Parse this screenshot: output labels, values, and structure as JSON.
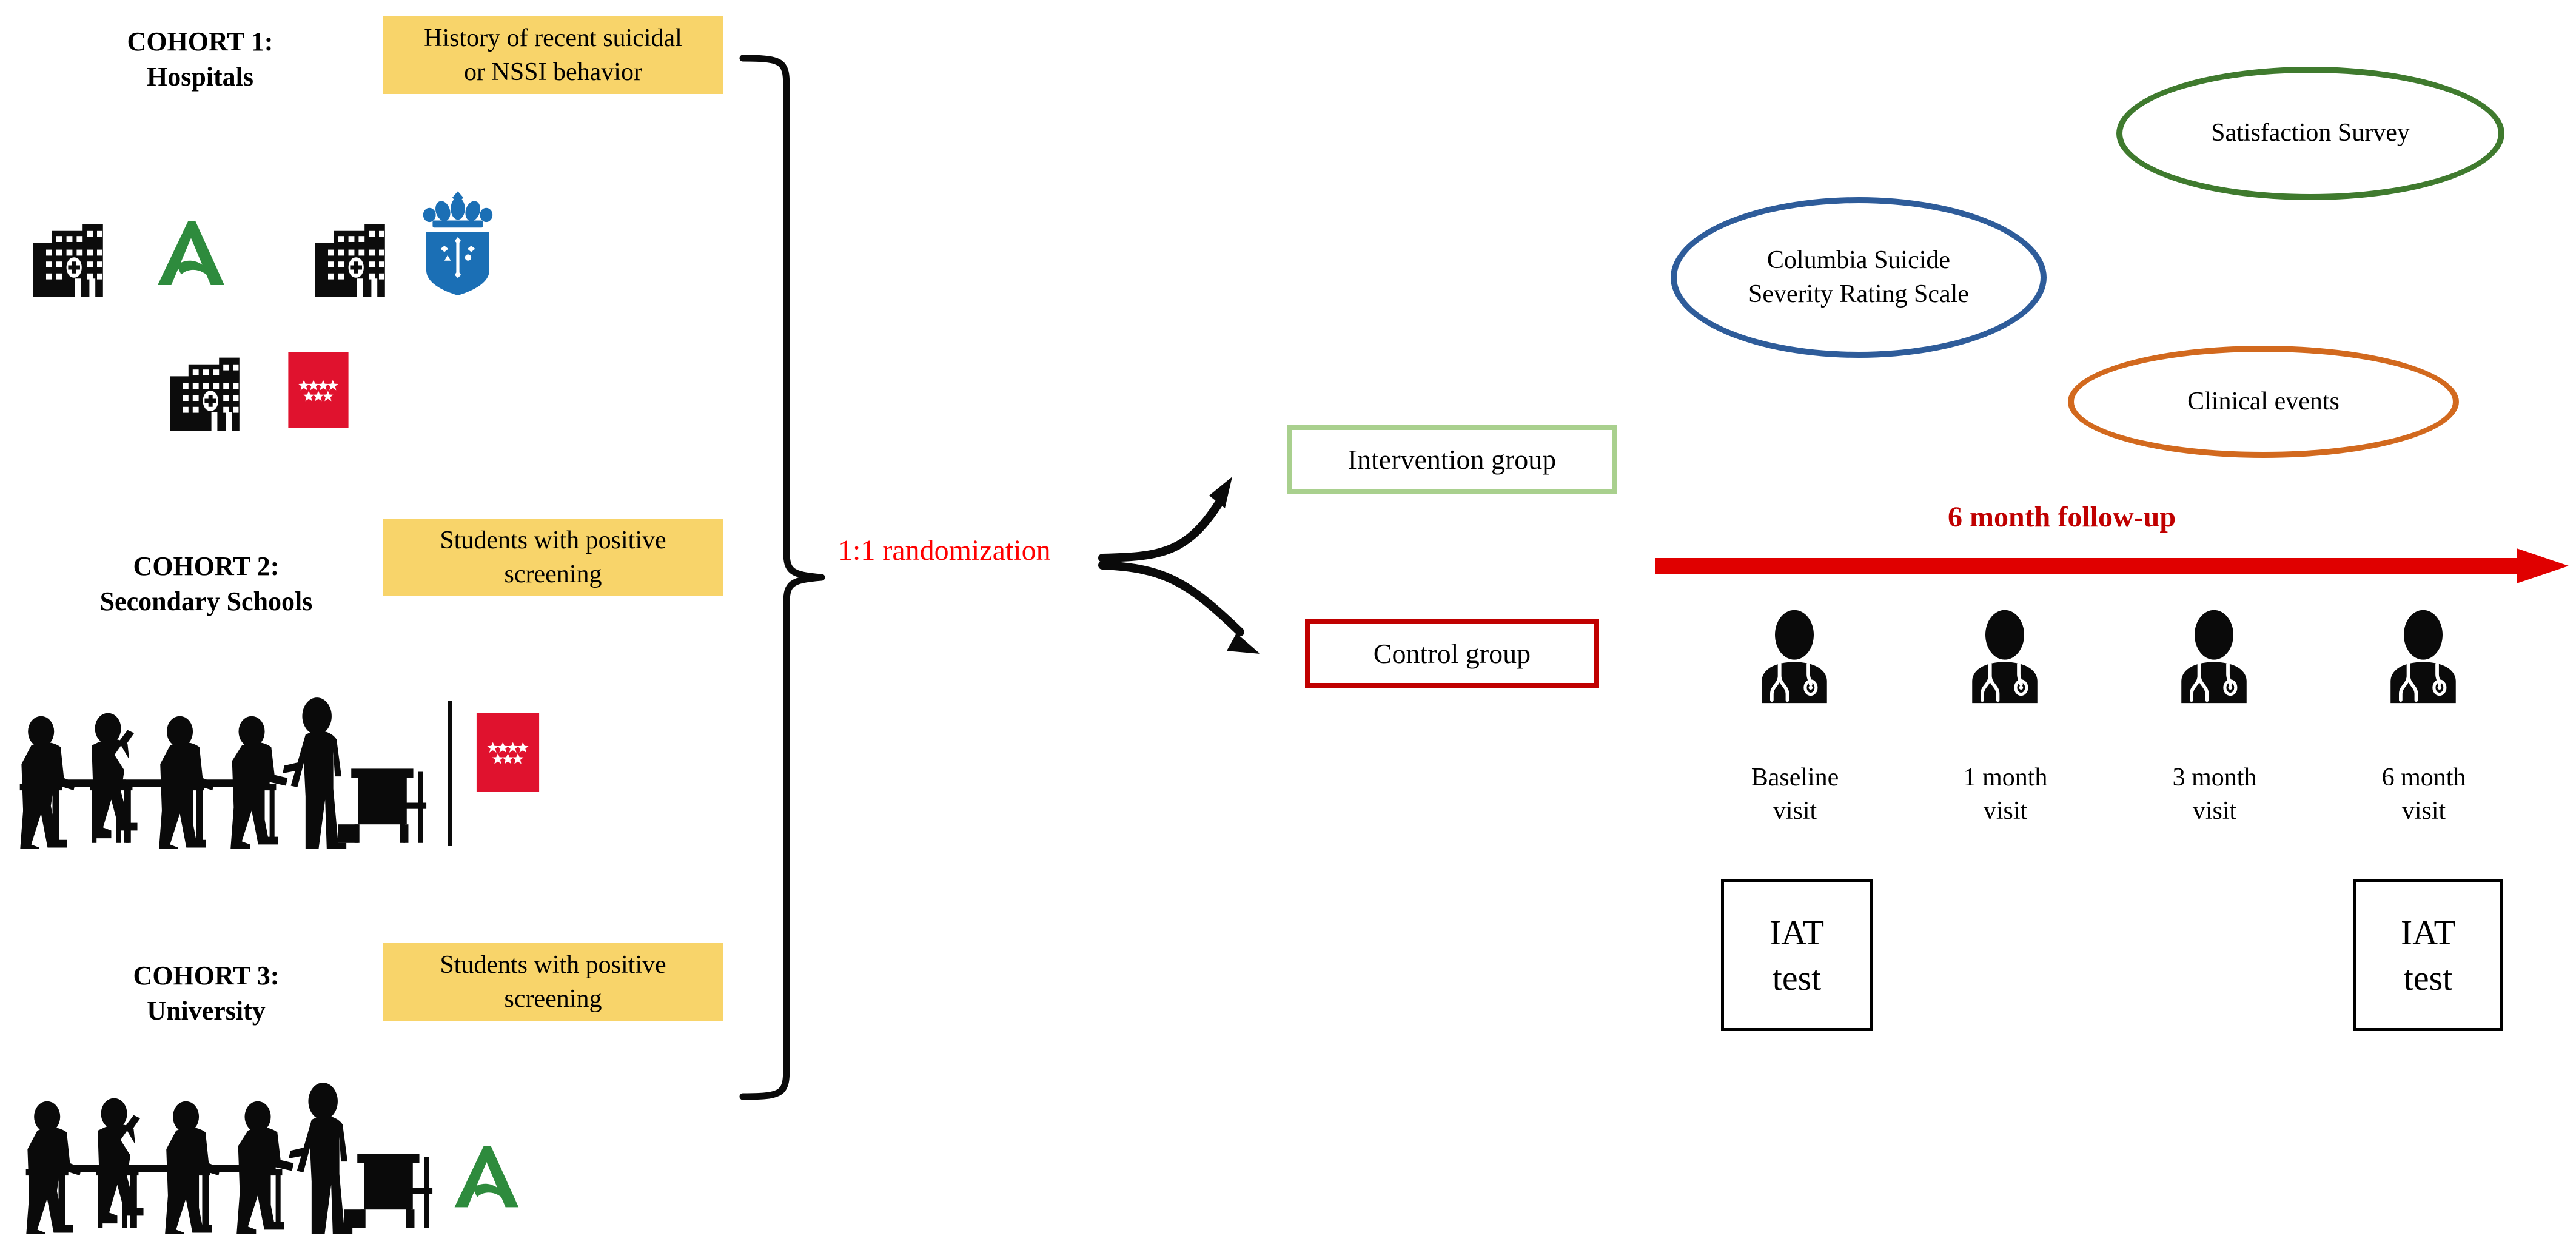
{
  "figure": {
    "type": "study-flow-diagram",
    "background": "#ffffff"
  },
  "cohorts": [
    {
      "id": "cohort-1",
      "title_line1": "COHORT 1:",
      "title_line2": "Hospitals",
      "criteria_line1": "History of recent suicidal",
      "criteria_line2": "or NSSI behavior",
      "icons": [
        "hospital-building-icon",
        "andalusia-logo-icon",
        "hospital-building-icon",
        "asturias-shield-icon",
        "hospital-building-icon",
        "madrid-flag-icon"
      ]
    },
    {
      "id": "cohort-2",
      "title_line1": "COHORT 2:",
      "title_line2": "Secondary Schools",
      "criteria_line1": "Students with positive",
      "criteria_line2": "screening",
      "icons": [
        "classroom-students-icon",
        "divider-line",
        "madrid-flag-icon"
      ]
    },
    {
      "id": "cohort-3",
      "title_line1": "COHORT 3:",
      "title_line2": "University",
      "criteria_line1": "Students with positive",
      "criteria_line2": "screening",
      "icons": [
        "classroom-students-icon",
        "andalusia-logo-icon"
      ]
    }
  ],
  "randomization": {
    "label": "1:1 randomization",
    "color": "#FF0000",
    "ratio": "1:1"
  },
  "arms": [
    {
      "id": "intervention",
      "label": "Intervention group",
      "border_color": "#A9D08E"
    },
    {
      "id": "control",
      "label": "Control group",
      "border_color": "#C00000"
    }
  ],
  "outcomes": [
    {
      "id": "cssrs",
      "line1": "Columbia Suicide",
      "line2": "Severity Rating Scale",
      "color": "#2E5C9A"
    },
    {
      "id": "satisfaction",
      "line1": "Satisfaction Survey",
      "line2": "",
      "color": "#3F7A2E"
    },
    {
      "id": "clinical-events",
      "line1": "Clinical events",
      "line2": "",
      "color": "#D2691E"
    }
  ],
  "followup": {
    "label": "6 month follow-up",
    "color": "#C00000",
    "arrow_color": "#E00000",
    "duration_months": 6
  },
  "visits": [
    {
      "id": "baseline",
      "line1": "Baseline",
      "line2": "visit",
      "icon": "doctor-stethoscope-icon",
      "iat": true
    },
    {
      "id": "month-1",
      "line1": "1 month",
      "line2": "visit",
      "icon": "doctor-stethoscope-icon",
      "iat": false
    },
    {
      "id": "month-3",
      "line1": "3 month",
      "line2": "visit",
      "icon": "doctor-stethoscope-icon",
      "iat": false
    },
    {
      "id": "month-6",
      "line1": "6 month",
      "line2": "visit",
      "icon": "doctor-stethoscope-icon",
      "iat": true
    }
  ],
  "iat_tests": [
    {
      "id": "iat-baseline",
      "line1": "IAT",
      "line2": "test"
    },
    {
      "id": "iat-month6",
      "line1": "IAT",
      "line2": "test"
    }
  ],
  "colors": {
    "criteria_box_fill": "#F8D46A",
    "madrid_red": "#E0122E",
    "andalusia_green": "#2E8B3D",
    "asturias_blue": "#1B6FB5",
    "black": "#000000"
  }
}
